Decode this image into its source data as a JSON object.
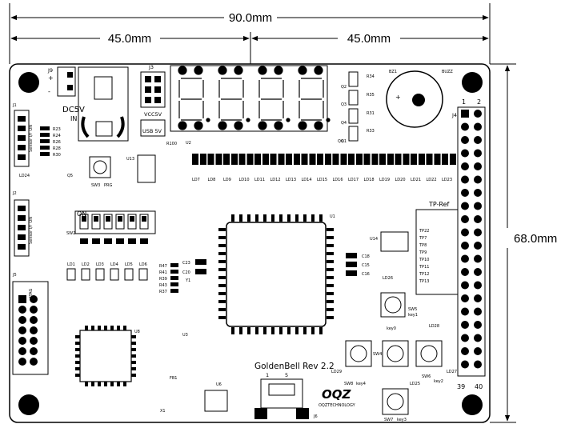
{
  "dimensions": {
    "total_width": "90.0mm",
    "left_half": "45.0mm",
    "right_half": "45.0mm",
    "height": "68.0mm"
  },
  "board": {
    "name_version": "GoldenBell  Rev  2.2",
    "logo": "OQZ",
    "logo_sub": "OQZTECHNOLOGY"
  },
  "labels": {
    "dc5v": "DC5V",
    "in": "IN",
    "j9": "J9",
    "plus": "+",
    "minus": "-",
    "j3": "J3",
    "vcc5v": "VCC5V",
    "usb5v": "USB 5V",
    "r100": "R100",
    "u2": "U2",
    "bz1": "BZ1",
    "buzz": "BUZZ",
    "j4": "J4",
    "pin1": "1",
    "pin2": "2",
    "pin39": "39",
    "pin40": "40",
    "tp_ref": "TP-Ref",
    "on": "ON",
    "sw2": "SW2",
    "sw3": "SW3",
    "prg": "PRG",
    "j1": "J1",
    "j2": "J2",
    "j5": "J5",
    "j6": "J6",
    "jtag": "JTAG",
    "sensor1": "Sensor I/F ON",
    "sensor2": "Sensor I/F ON",
    "u1": "U1",
    "u3": "U3",
    "u6": "U6",
    "u8": "U8",
    "u13": "U13",
    "u14": "U14",
    "q1": "Q1",
    "q2": "Q2",
    "q3": "Q3",
    "q4": "Q4",
    "q5": "Q5",
    "q6": "Q6",
    "x1": "X1",
    "y1": "Y1",
    "fb1": "FB1",
    "sw4": "SW4",
    "sw5": "SW5",
    "sw5_key": "key1",
    "sw6": "SW6",
    "sw6_key": "key2",
    "sw7": "SW7",
    "sw7_key": "key3",
    "sw8": "SW8",
    "sw8_key": "key4",
    "key0": "key0",
    "ld28": "LD28",
    "ld29": "LD29",
    "ld27": "LD27",
    "ld25": "LD25",
    "ld26": "LD26",
    "ld24": "LD24",
    "pin_1": "1",
    "pin_5": "5"
  },
  "led_labels": [
    "LD7",
    "LD8",
    "LD9",
    "LD10",
    "LD11",
    "LD12",
    "LD13",
    "LD14",
    "LD15",
    "LD16",
    "LD17",
    "LD18",
    "LD19",
    "LD20",
    "LD21",
    "LD22",
    "LD23"
  ],
  "ld_left": [
    "LD1",
    "LD2",
    "LD3",
    "LD4",
    "LD5",
    "LD6"
  ],
  "tp_labels": [
    "TP22",
    "TP7",
    "TP8",
    "TP9",
    "TP10",
    "TP11",
    "TP12",
    "TP13"
  ],
  "r_left": [
    "R23",
    "R24",
    "R26",
    "R28",
    "R30"
  ],
  "r_mid": [
    "R47",
    "R41",
    "R39",
    "R43",
    "R37"
  ],
  "r_q": [
    "R34",
    "R35",
    "R31",
    "R33"
  ],
  "cap_labels": [
    "C23",
    "C20",
    "C18",
    "C15",
    "C16"
  ],
  "colors": {
    "ink": "#000000",
    "paper": "#ffffff",
    "board_edge": "#000000"
  }
}
